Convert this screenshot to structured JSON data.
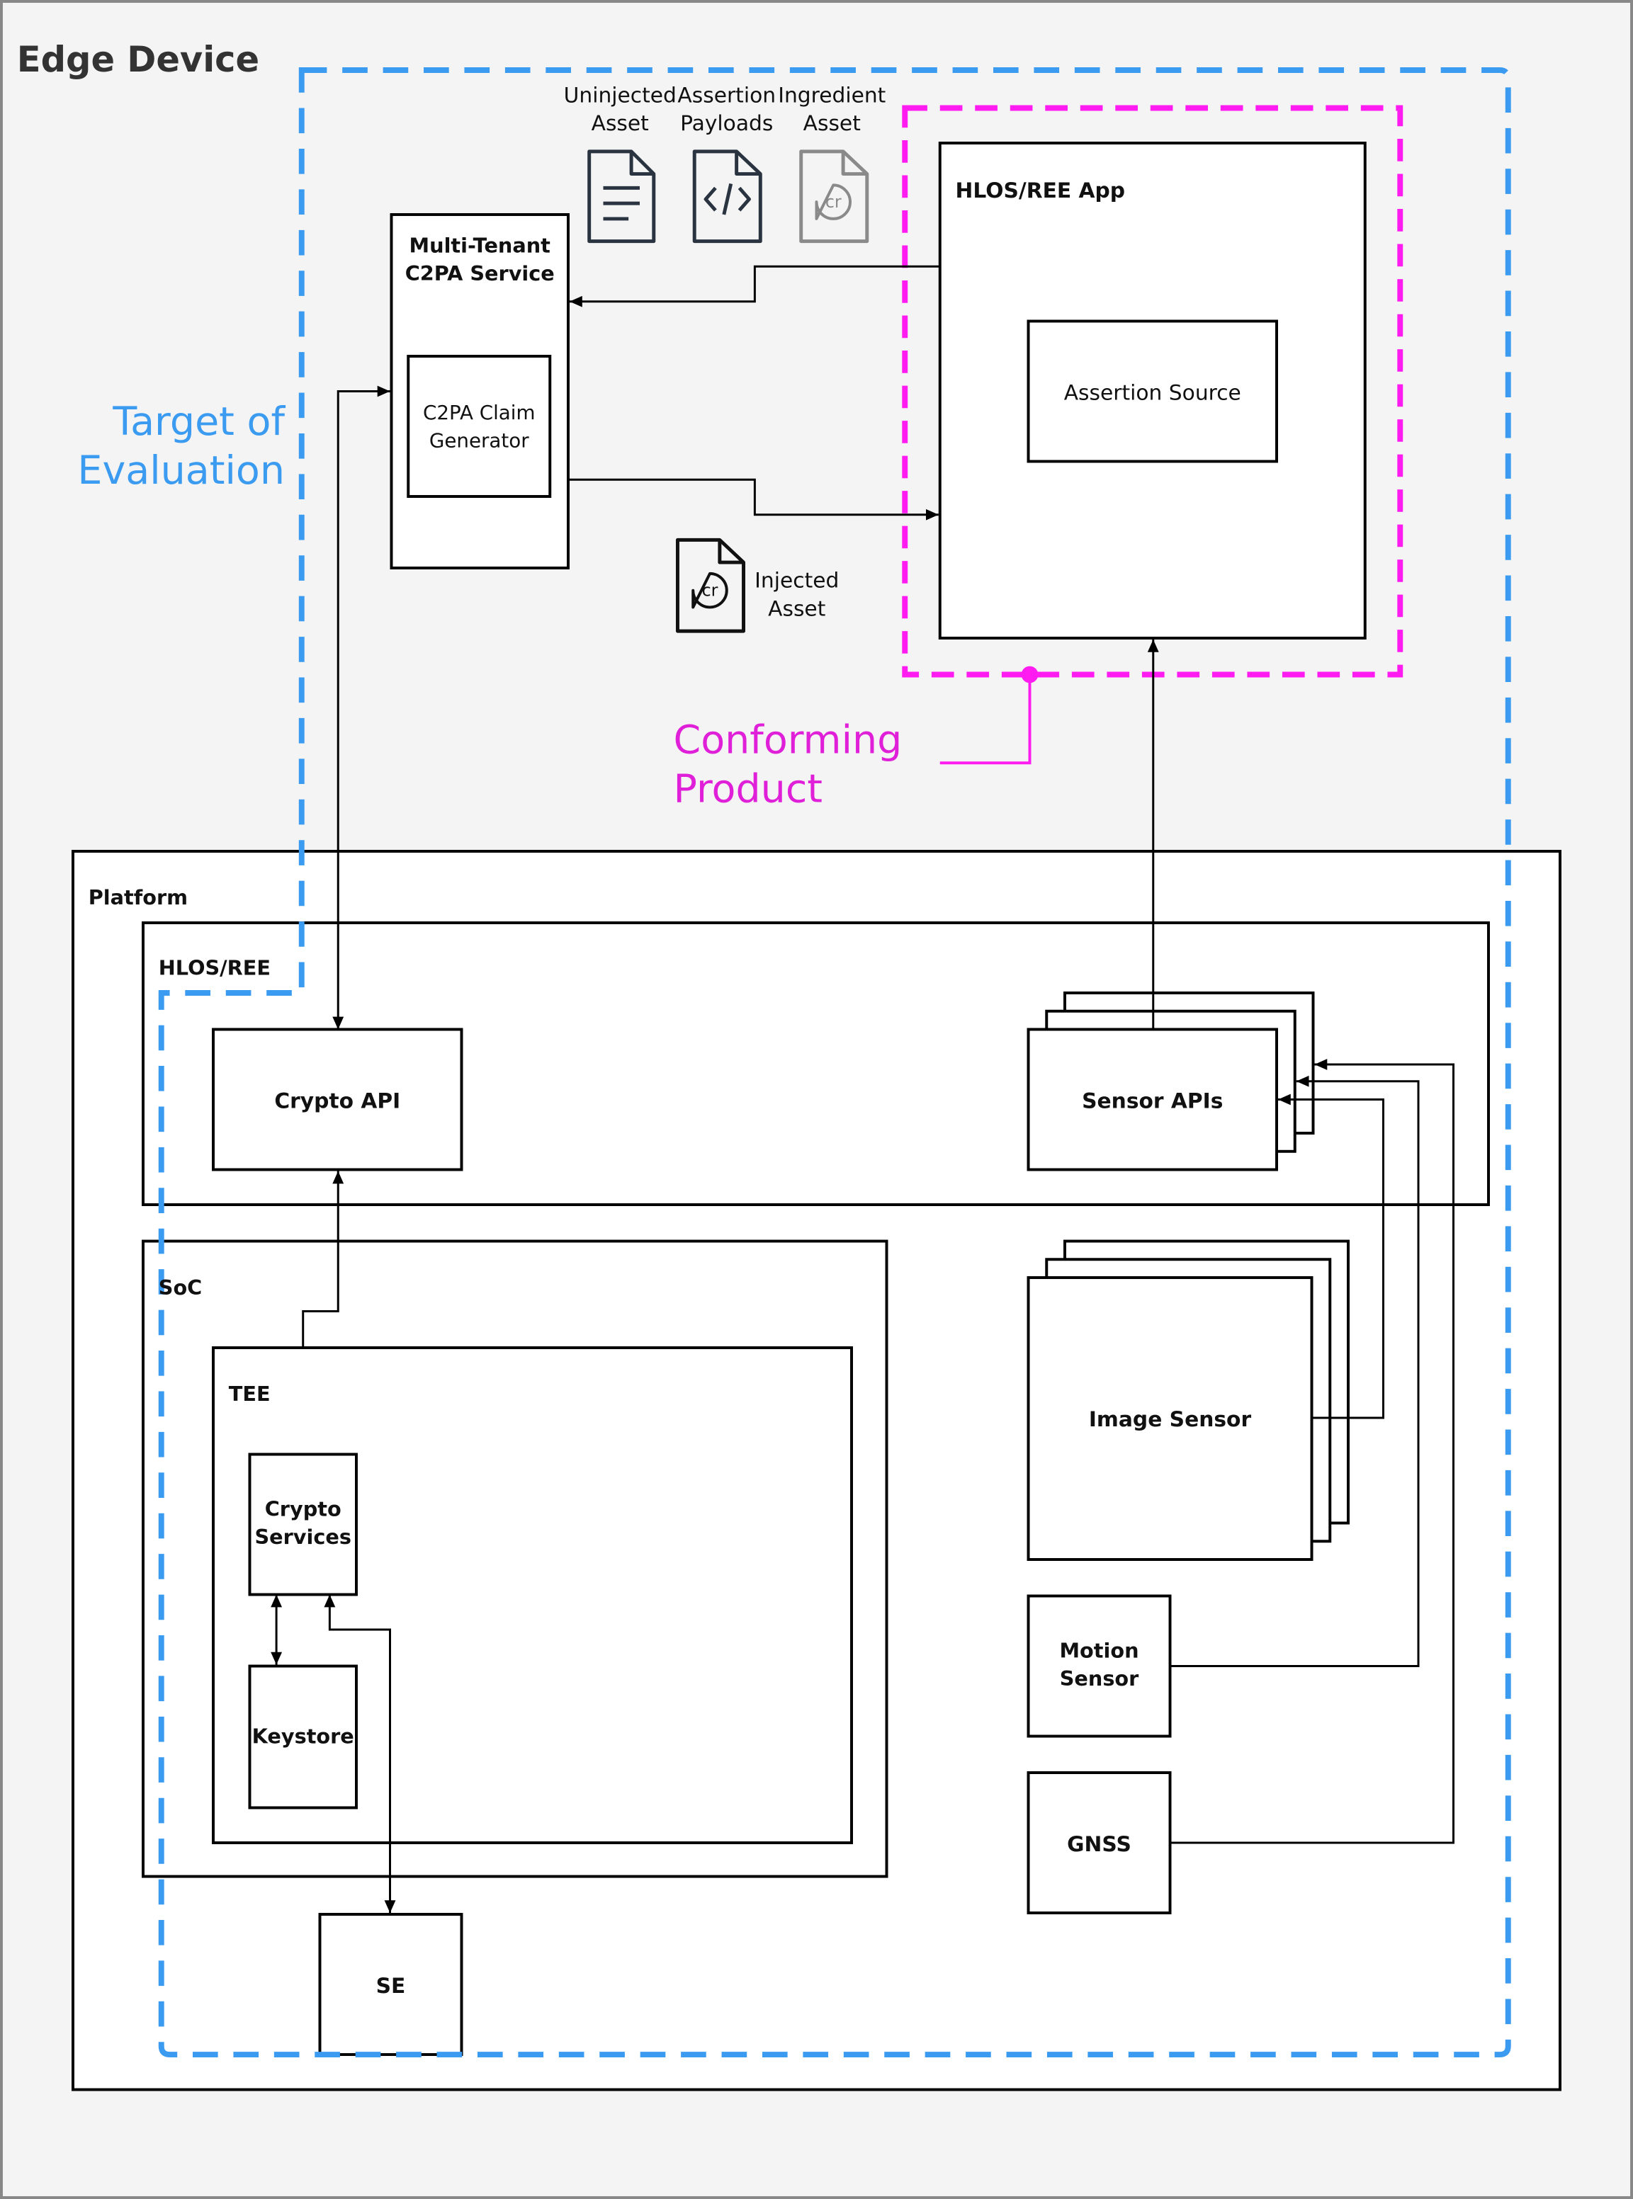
{
  "title": "Edge Device",
  "regions": {
    "target_of_evaluation": "Target of\nEvaluation",
    "conforming_product": "Conforming\nProduct"
  },
  "assets": {
    "uninjected": "Uninjected\nAsset",
    "assertion_payloads": "Assertion\nPayloads",
    "ingredient": "Ingredient\nAsset",
    "injected": "Injected\nAsset",
    "cr_mark": "cr"
  },
  "components": {
    "c2pa_service": "Multi-Tenant\nC2PA Service",
    "claim_generator": "C2PA Claim\nGenerator",
    "hlos_app": "HLOS/REE App",
    "assertion_source": "Assertion Source",
    "platform": "Platform",
    "hlos_ree": "HLOS/REE",
    "crypto_api": "Crypto API",
    "sensor_apis": "Sensor APIs",
    "soc": "SoC",
    "tee": "TEE",
    "crypto_services": "Crypto\nServices",
    "keystore": "Keystore",
    "image_sensor": "Image Sensor",
    "motion_sensor": "Motion\nSensor",
    "gnss": "GNSS",
    "se": "SE"
  },
  "colors": {
    "toe_border": "#3a9bf0",
    "conforming_border": "#ff1cf0",
    "ingredient_icon": "#8a8a8a",
    "icon_dark": "#2a3340"
  }
}
